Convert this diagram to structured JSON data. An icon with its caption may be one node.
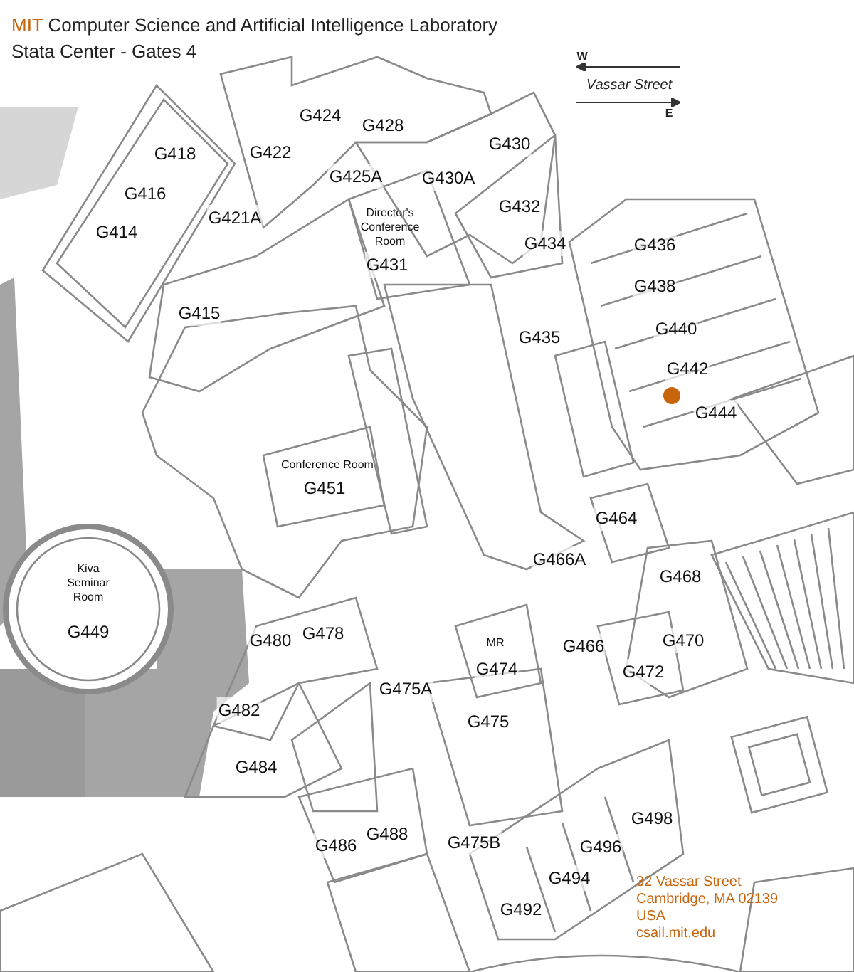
{
  "diagram": {
    "title": "MIT Computer Science and Artificial Intelligence Laboratory",
    "labels": [
      "Stata Center - Gates 4",
      "W",
      "Vassar Street",
      "E",
      "G424",
      "G428",
      "G418",
      "G422",
      "G430",
      "G425A",
      "G430A",
      "G416",
      "G421A",
      "G432",
      "Director's Conference Room",
      "G414",
      "G434",
      "G436",
      "G431",
      "G438",
      "G415",
      "G435",
      "G440",
      "G442",
      "G444",
      "Conference Room",
      "G451",
      "G464",
      "G466A",
      "G468",
      "Kiva Seminar Room",
      "G449",
      "G480",
      "G478",
      "MR",
      "G466",
      "G470",
      "G474",
      "G472",
      "G475A",
      "G482",
      "G475",
      "G484",
      "G498",
      "G486",
      "G488",
      "G475B",
      "G496",
      "G494",
      "G492",
      "32 Vassar Street",
      "Cambridge, MA 02139",
      "USA",
      "csail.mit.edu"
    ]
  }
}
